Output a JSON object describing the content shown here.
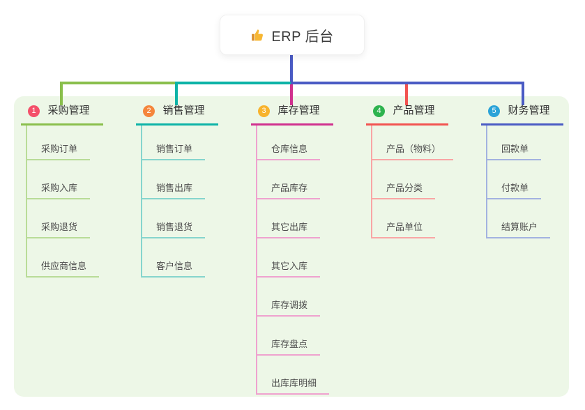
{
  "root": {
    "title": "ERP 后台",
    "icon": "thumbs-up-icon"
  },
  "colors": {
    "panel_bg": "#edf7e7",
    "root_text": "#3a3a3a",
    "green": "#8abf4c",
    "green_light": "#b9dc98",
    "teal": "#0db3a7",
    "teal_light": "#86d5cd",
    "magenta": "#d0318e",
    "magenta_light": "#efa2cf",
    "red": "#f25350",
    "red_light": "#f9a6a5",
    "blue": "#4a5bc4",
    "blue_light": "#a3b2e0",
    "thumb_gold": "#f7b733"
  },
  "branches": [
    {
      "num": "1",
      "label": "采购管理",
      "badge_color": "#f4506a",
      "line_color": "#8abf4c",
      "child_line_color": "#b9dc98",
      "children": [
        "采购订单",
        "采购入库",
        "采购退货",
        "供应商信息"
      ]
    },
    {
      "num": "2",
      "label": "销售管理",
      "badge_color": "#f5863c",
      "line_color": "#0db3a7",
      "child_line_color": "#86d5cd",
      "children": [
        "销售订单",
        "销售出库",
        "销售退货",
        "客户信息"
      ]
    },
    {
      "num": "3",
      "label": "库存管理",
      "badge_color": "#f8b32d",
      "line_color": "#d0318e",
      "child_line_color": "#efa2cf",
      "children": [
        "仓库信息",
        "产品库存",
        "其它出库",
        "其它入库",
        "库存调拨",
        "库存盘点",
        "出库库明细"
      ]
    },
    {
      "num": "4",
      "label": "产品管理",
      "badge_color": "#2db34e",
      "line_color": "#f25350",
      "child_line_color": "#f9a6a5",
      "children": [
        "产品（物料）",
        "产品分类",
        "产品单位"
      ]
    },
    {
      "num": "5",
      "label": "财务管理",
      "badge_color": "#2ba3d8",
      "line_color": "#4a5bc4",
      "child_line_color": "#a3b2e0",
      "children": [
        "回款单",
        "付款单",
        "结算账户"
      ]
    }
  ]
}
